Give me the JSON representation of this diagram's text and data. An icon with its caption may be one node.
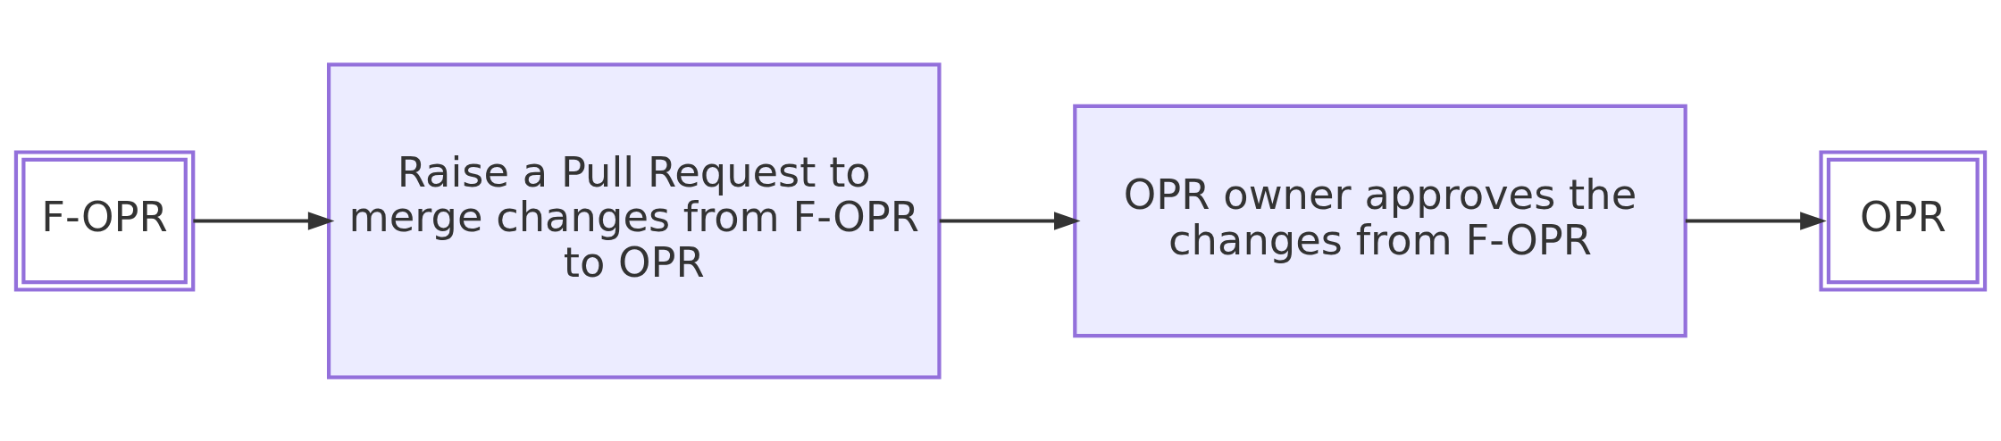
{
  "diagram": {
    "nodes": [
      {
        "text": [
          "F-OPR"
        ]
      },
      {
        "text": [
          "Raise a Pull Request to merge changes from F-OPR to OPR"
        ]
      },
      {
        "text": [
          "OPR owner approves the changes from F-OPR"
        ]
      },
      {
        "text": [
          "OPR"
        ]
      }
    ],
    "edges": [
      {
        "from": 0,
        "to": 1,
        "arrow": "to"
      },
      {
        "from": 1,
        "to": 2,
        "arrow": "to"
      },
      {
        "from": 2,
        "to": 3,
        "arrow": "to"
      }
    ]
  }
}
